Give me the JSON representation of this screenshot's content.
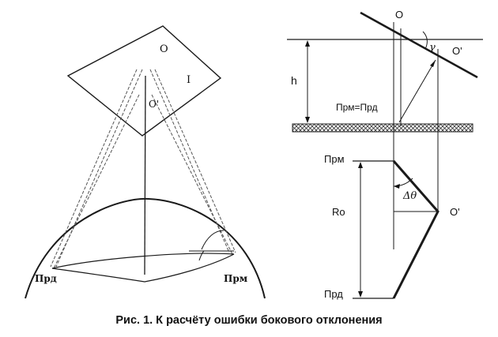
{
  "left_figure": {
    "plane_label_o": "O",
    "plane_label_i": "I",
    "foot_label": "O'",
    "label_transmitter": "Прд",
    "label_receiver": "Прм"
  },
  "right_figure": {
    "label_o": "O",
    "label_o_prime_top": "O'",
    "label_gamma": "γ",
    "label_h": "h",
    "label_prm_prd": "Прм=Прд",
    "label_prm": "Прм",
    "label_delta_theta": "Δθ",
    "label_ro": "Ro",
    "label_o_prime_bottom": "O'",
    "label_prd": "Прд"
  },
  "caption": "Рис. 1. К расчёту ошибки бокового отклонения"
}
